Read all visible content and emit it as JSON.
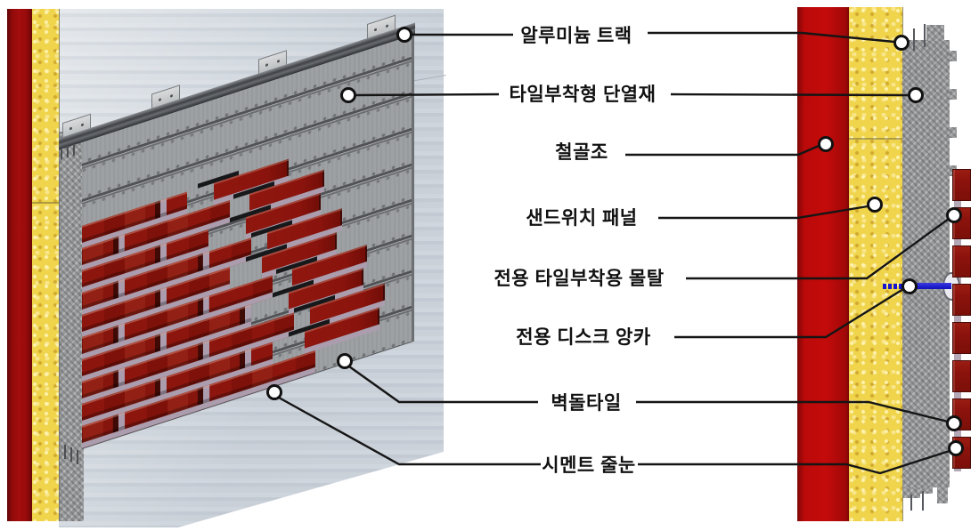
{
  "diagram": {
    "language": "ko",
    "kind": "wall-construction-detail",
    "views": {
      "left": "perspective-assembly-view",
      "right": "horizontal-section-view"
    }
  },
  "labels": [
    {
      "id": "aluminum-track",
      "text": "알루미늄 트랙"
    },
    {
      "id": "tile-adhesive-insulation",
      "text": "타일부착형 단열재"
    },
    {
      "id": "steel-frame",
      "text": "철골조"
    },
    {
      "id": "sandwich-panel",
      "text": "샌드위치 패널"
    },
    {
      "id": "tile-adhesion-mortar",
      "text": "전용 타일부착용 몰탈"
    },
    {
      "id": "disc-anchor",
      "text": "전용 디스크 앙카"
    },
    {
      "id": "brick-tile",
      "text": "벽돌타일"
    },
    {
      "id": "cement-joint",
      "text": "시멘트 줄눈"
    }
  ],
  "markers": {
    "shape": "circle",
    "fill": "#ffffff",
    "stroke": "#111111",
    "count": 12
  },
  "colors": {
    "brick_red": "#8c150e",
    "mortar_joint": "#ab9dae",
    "insulation_gray": "#9ea1a4",
    "steel_frame_red": "#c40b0b",
    "panel_core_yellow": "#efd44c",
    "anchor_blue": "#1515d0",
    "backdrop_gray": "#ccd2da",
    "callout_line": "#151515"
  }
}
